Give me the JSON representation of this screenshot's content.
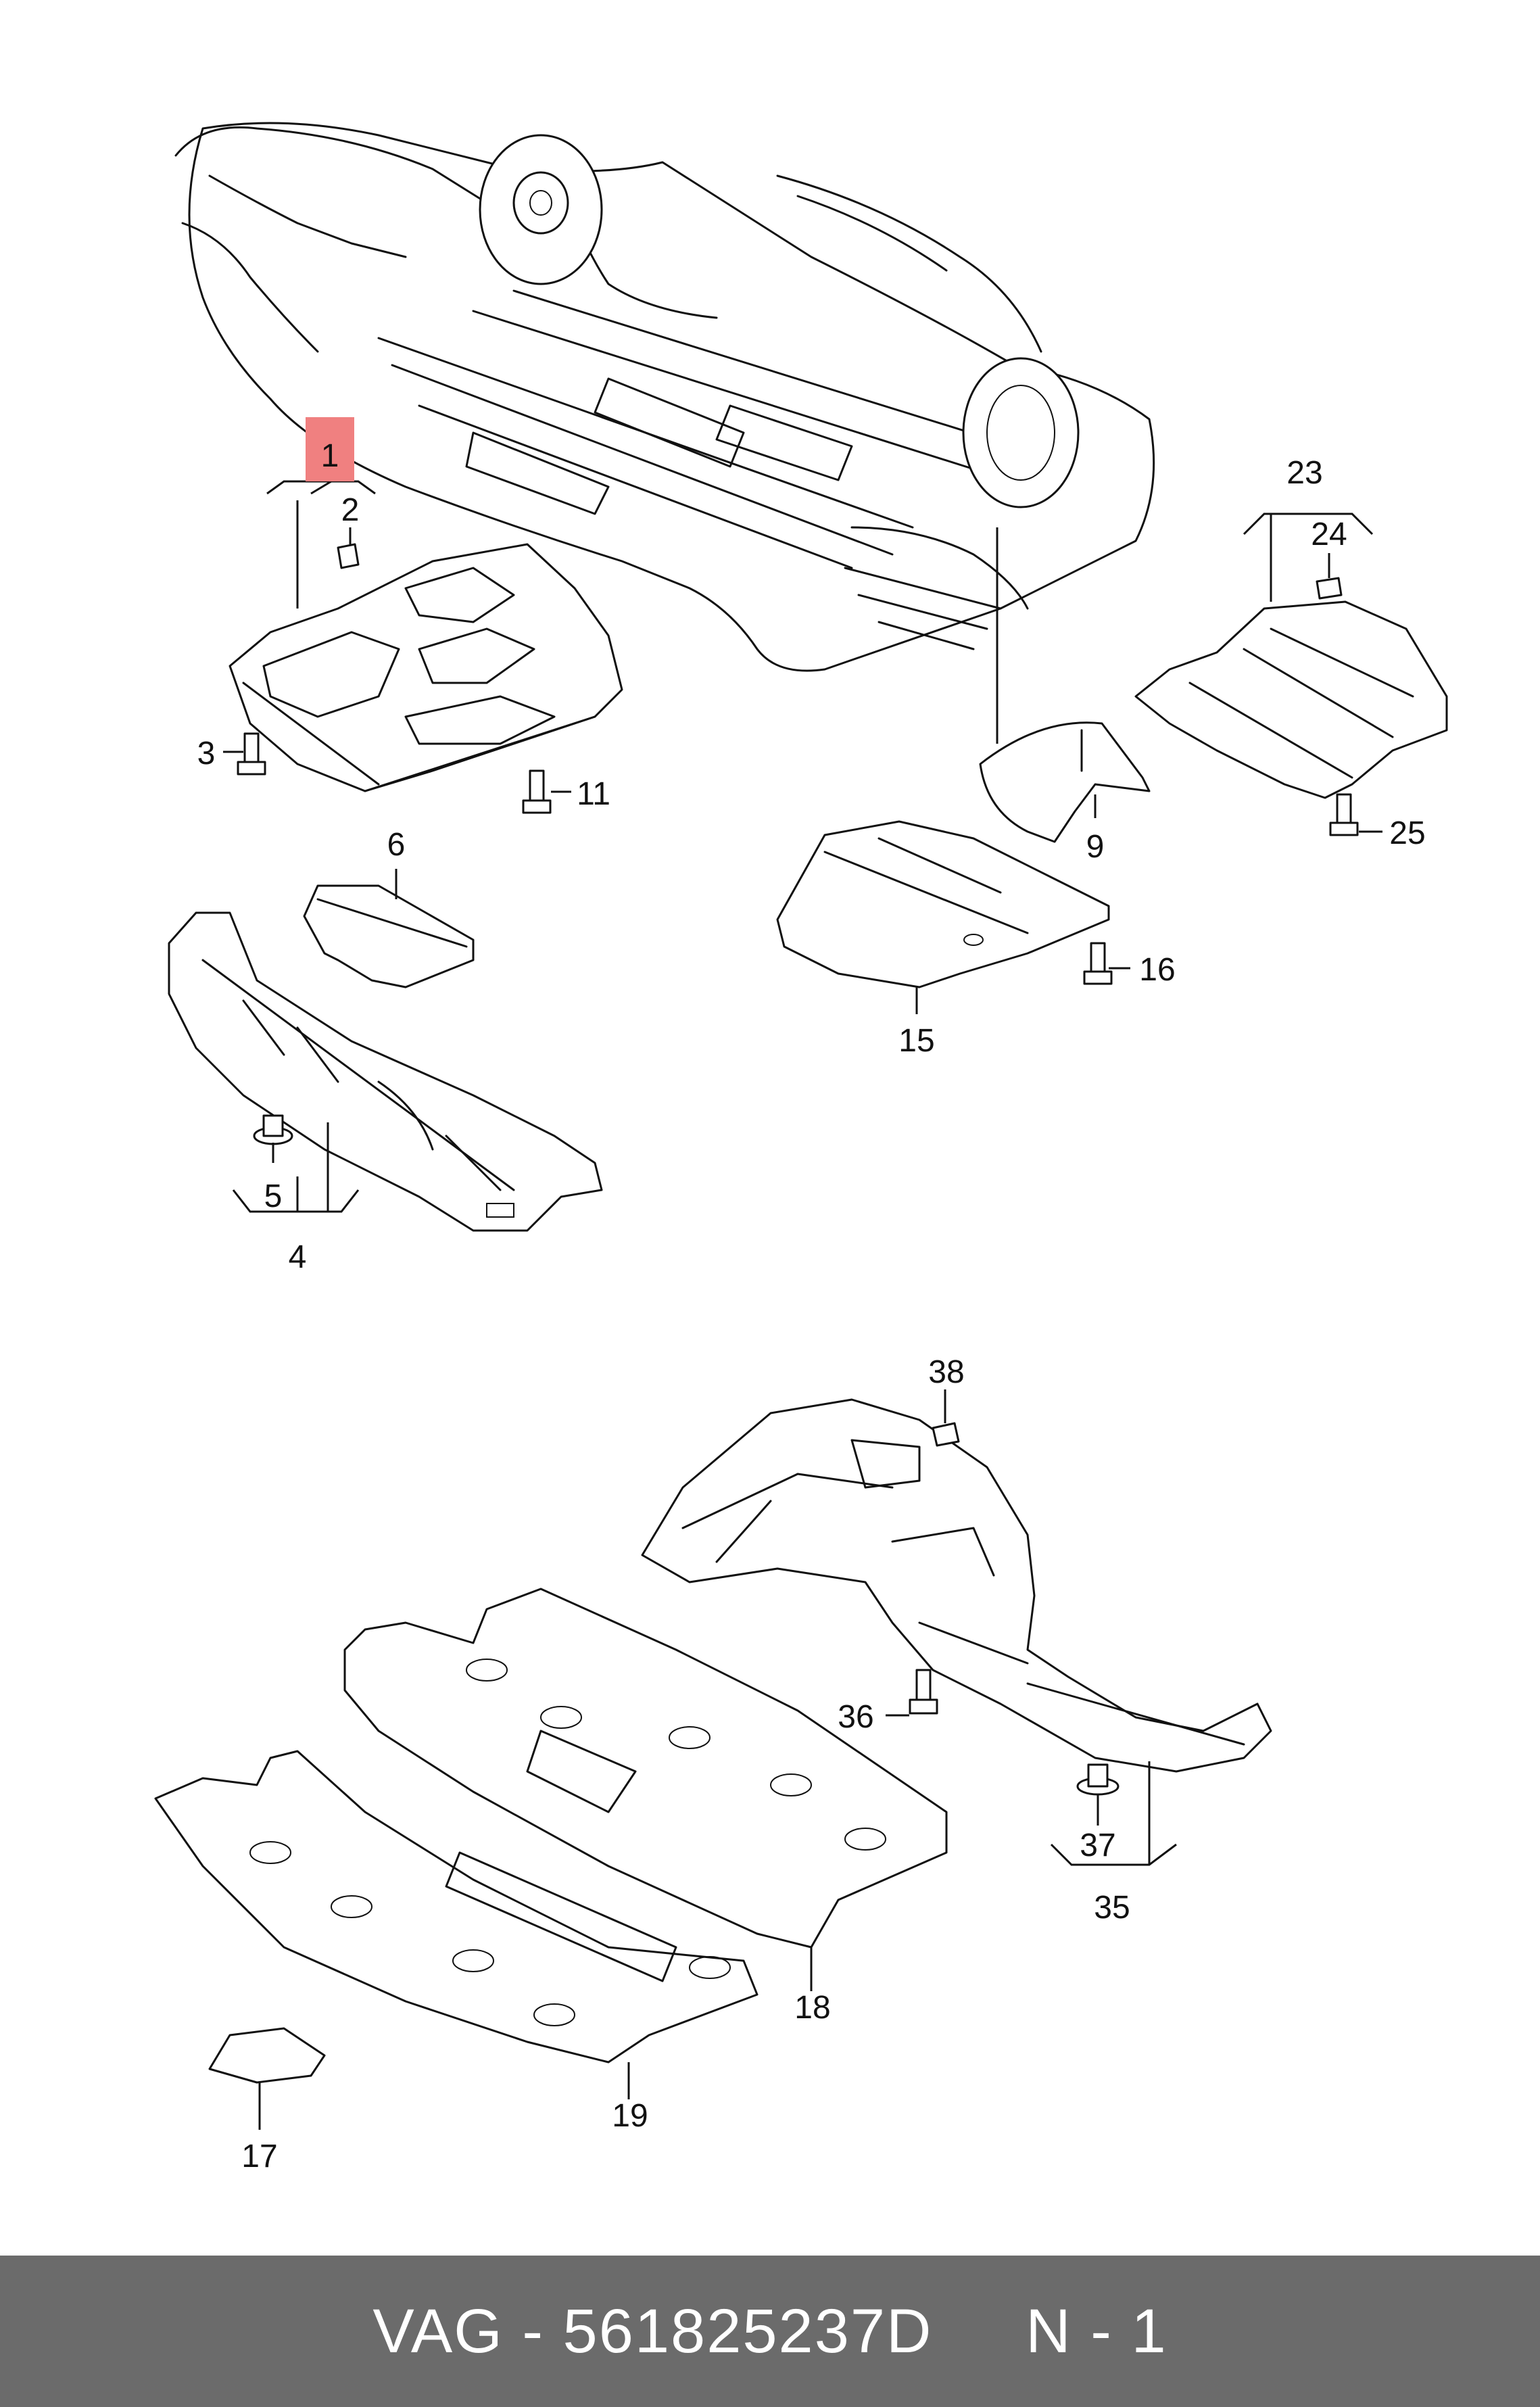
{
  "colors": {
    "highlight": "#f08080",
    "footer_bg": "#6b6b6b",
    "footer_text": "#ffffff",
    "line": "#111111"
  },
  "labels": {
    "p1": "1",
    "p2": "2",
    "p3": "3",
    "p4": "4",
    "p5": "5",
    "p6": "6",
    "p9": "9",
    "p11": "11",
    "p15": "15",
    "p16": "16",
    "p17": "17",
    "p18": "18",
    "p19": "19",
    "p23": "23",
    "p24": "24",
    "p25": "25",
    "p35": "35",
    "p36": "36",
    "p37": "37",
    "p38": "38"
  },
  "highlighted_part": "1",
  "footer": {
    "text": "VAG - 561825237D     N - 1"
  }
}
